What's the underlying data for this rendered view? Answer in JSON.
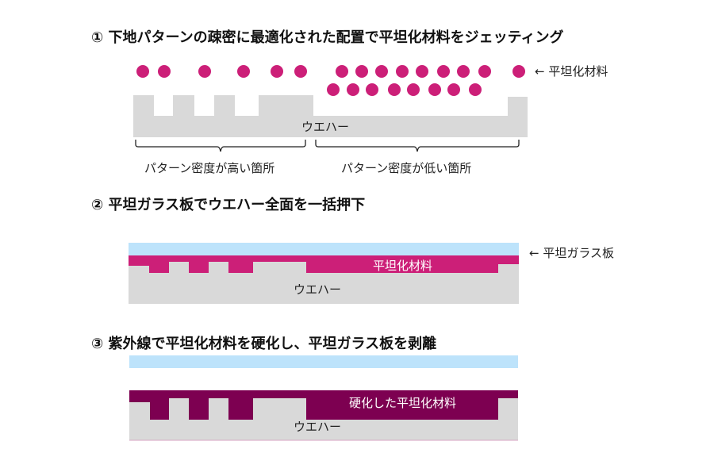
{
  "step1": {
    "title": "① 下地パターンの疎密に最適化された配置で平坦化材料をジェッティング",
    "material_label": "← 平坦化材料",
    "wafer_label": "ウエハー",
    "dense_label": "パターン密度が高い箇所",
    "sparse_label": "パターン密度が低い箇所"
  },
  "step2": {
    "title": "② 平坦ガラス板でウエハー全面を一括押下",
    "glass_label": "← 平坦ガラス板",
    "material_label": "平坦化材料",
    "wafer_label": "ウエハー"
  },
  "step3": {
    "title": "③ 紫外線で平坦化材料を硬化し、平坦ガラス板を剥離",
    "material_label": "硬化した平坦化材料",
    "wafer_label": "ウエハー"
  },
  "colors": {
    "material": "#cc1f78",
    "cured_material": "#7d0051",
    "glass": "#bde3fb",
    "wafer": "#d9d9d9"
  }
}
